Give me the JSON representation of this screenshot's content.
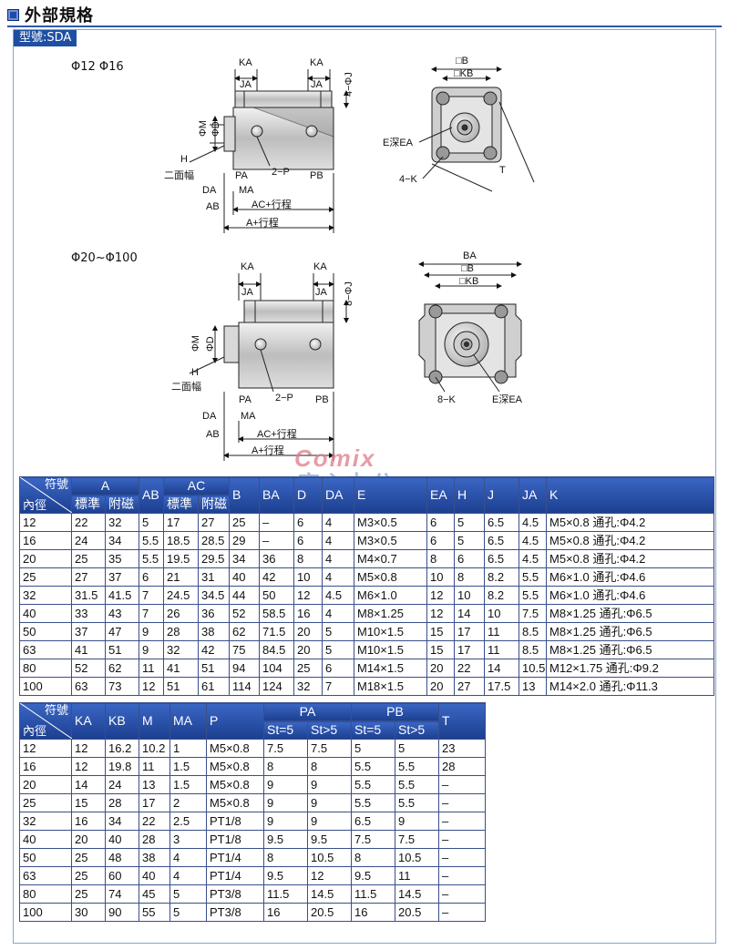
{
  "header": {
    "title": "外部規格",
    "model": "型號:SDA"
  },
  "diagram1": {
    "label": "Φ12 Φ16",
    "side": {
      "ka_left": "KA",
      "ka_right": "KA",
      "ja_left": "JA",
      "ja_right": "JA",
      "j": "4−ΦJ",
      "m": "ΦM",
      "d": "ΦD",
      "h": "H",
      "flats": "二面幅",
      "pa": "PA",
      "p": "2−P",
      "pb": "PB",
      "da": "DA",
      "ma": "MA",
      "ab": "AB",
      "ac": "AC+行程",
      "a": "A+行程"
    },
    "front": {
      "b": "□B",
      "kb": "□KB",
      "ea": "E深EA",
      "k": "4−K",
      "t": "T"
    }
  },
  "diagram2": {
    "label": "Φ20~Φ100",
    "side": {
      "ka_left": "KA",
      "ka_right": "KA",
      "ja_left": "JA",
      "ja_right": "JA",
      "j": "8−ΦJ",
      "m": "ΦM",
      "d": "ΦD",
      "h": "H",
      "flats": "二面幅",
      "pa": "PA",
      "p": "2−P",
      "pb": "PB",
      "da": "DA",
      "ma": "MA",
      "ab": "AB",
      "ac": "AC+行程",
      "a": "A+行程"
    },
    "front": {
      "ba": "BA",
      "b": "□B",
      "kb": "□KB",
      "k": "8−K",
      "ea": "E深EA"
    }
  },
  "watermark": {
    "brand": "Comix",
    "sub": "齐心办公"
  },
  "table1": {
    "corner_top": "符號",
    "corner_bottom": "內徑",
    "headers": [
      "A",
      "AB",
      "AC",
      "B",
      "BA",
      "D",
      "DA",
      "E",
      "EA",
      "H",
      "J",
      "JA",
      "K"
    ],
    "sub_std": "標準",
    "sub_mag": "附磁",
    "rows": [
      [
        "12",
        "22",
        "32",
        "5",
        "17",
        "27",
        "25",
        "–",
        "6",
        "4",
        "M3×0.5",
        "6",
        "5",
        "6.5",
        "4.5",
        "M5×0.8 通孔:Φ4.2"
      ],
      [
        "16",
        "24",
        "34",
        "5.5",
        "18.5",
        "28.5",
        "29",
        "–",
        "6",
        "4",
        "M3×0.5",
        "6",
        "5",
        "6.5",
        "4.5",
        "M5×0.8 通孔:Φ4.2"
      ],
      [
        "20",
        "25",
        "35",
        "5.5",
        "19.5",
        "29.5",
        "34",
        "36",
        "8",
        "4",
        "M4×0.7",
        "8",
        "6",
        "6.5",
        "4.5",
        "M5×0.8 通孔:Φ4.2"
      ],
      [
        "25",
        "27",
        "37",
        "6",
        "21",
        "31",
        "40",
        "42",
        "10",
        "4",
        "M5×0.8",
        "10",
        "8",
        "8.2",
        "5.5",
        "M6×1.0 通孔:Φ4.6"
      ],
      [
        "32",
        "31.5",
        "41.5",
        "7",
        "24.5",
        "34.5",
        "44",
        "50",
        "12",
        "4.5",
        "M6×1.0",
        "12",
        "10",
        "8.2",
        "5.5",
        "M6×1.0 通孔:Φ4.6"
      ],
      [
        "40",
        "33",
        "43",
        "7",
        "26",
        "36",
        "52",
        "58.5",
        "16",
        "4",
        "M8×1.25",
        "12",
        "14",
        "10",
        "7.5",
        "M8×1.25 通孔:Φ6.5"
      ],
      [
        "50",
        "37",
        "47",
        "9",
        "28",
        "38",
        "62",
        "71.5",
        "20",
        "5",
        "M10×1.5",
        "15",
        "17",
        "11",
        "8.5",
        "M8×1.25 通孔:Φ6.5"
      ],
      [
        "63",
        "41",
        "51",
        "9",
        "32",
        "42",
        "75",
        "84.5",
        "20",
        "5",
        "M10×1.5",
        "15",
        "17",
        "11",
        "8.5",
        "M8×1.25 通孔:Φ6.5"
      ],
      [
        "80",
        "52",
        "62",
        "11",
        "41",
        "51",
        "94",
        "104",
        "25",
        "6",
        "M14×1.5",
        "20",
        "22",
        "14",
        "10.5",
        "M12×1.75 通孔:Φ9.2"
      ],
      [
        "100",
        "63",
        "73",
        "12",
        "51",
        "61",
        "114",
        "124",
        "32",
        "7",
        "M18×1.5",
        "20",
        "27",
        "17.5",
        "13",
        "M14×2.0 通孔:Φ11.3"
      ]
    ]
  },
  "table2": {
    "corner_top": "符號",
    "corner_bottom": "內徑",
    "headers": [
      "KA",
      "KB",
      "M",
      "MA",
      "P",
      "PA",
      "PB",
      "T"
    ],
    "sub_a": "St=5",
    "sub_b": "St>5",
    "rows": [
      [
        "12",
        "12",
        "16.2",
        "10.2",
        "1",
        "M5×0.8",
        "7.5",
        "7.5",
        "5",
        "5",
        "23"
      ],
      [
        "16",
        "12",
        "19.8",
        "11",
        "1.5",
        "M5×0.8",
        "8",
        "8",
        "5.5",
        "5.5",
        "28"
      ],
      [
        "20",
        "14",
        "24",
        "13",
        "1.5",
        "M5×0.8",
        "9",
        "9",
        "5.5",
        "5.5",
        "–"
      ],
      [
        "25",
        "15",
        "28",
        "17",
        "2",
        "M5×0.8",
        "9",
        "9",
        "5.5",
        "5.5",
        "–"
      ],
      [
        "32",
        "16",
        "34",
        "22",
        "2.5",
        "PT1/8",
        "9",
        "9",
        "6.5",
        "9",
        "–"
      ],
      [
        "40",
        "20",
        "40",
        "28",
        "3",
        "PT1/8",
        "9.5",
        "9.5",
        "7.5",
        "7.5",
        "–"
      ],
      [
        "50",
        "25",
        "48",
        "38",
        "4",
        "PT1/4",
        "8",
        "10.5",
        "8",
        "10.5",
        "–"
      ],
      [
        "63",
        "25",
        "60",
        "40",
        "4",
        "PT1/4",
        "9.5",
        "12",
        "9.5",
        "11",
        "–"
      ],
      [
        "80",
        "25",
        "74",
        "45",
        "5",
        "PT3/8",
        "11.5",
        "14.5",
        "11.5",
        "14.5",
        "–"
      ],
      [
        "100",
        "30",
        "90",
        "55",
        "5",
        "PT3/8",
        "16",
        "20.5",
        "16",
        "20.5",
        "–"
      ]
    ]
  }
}
